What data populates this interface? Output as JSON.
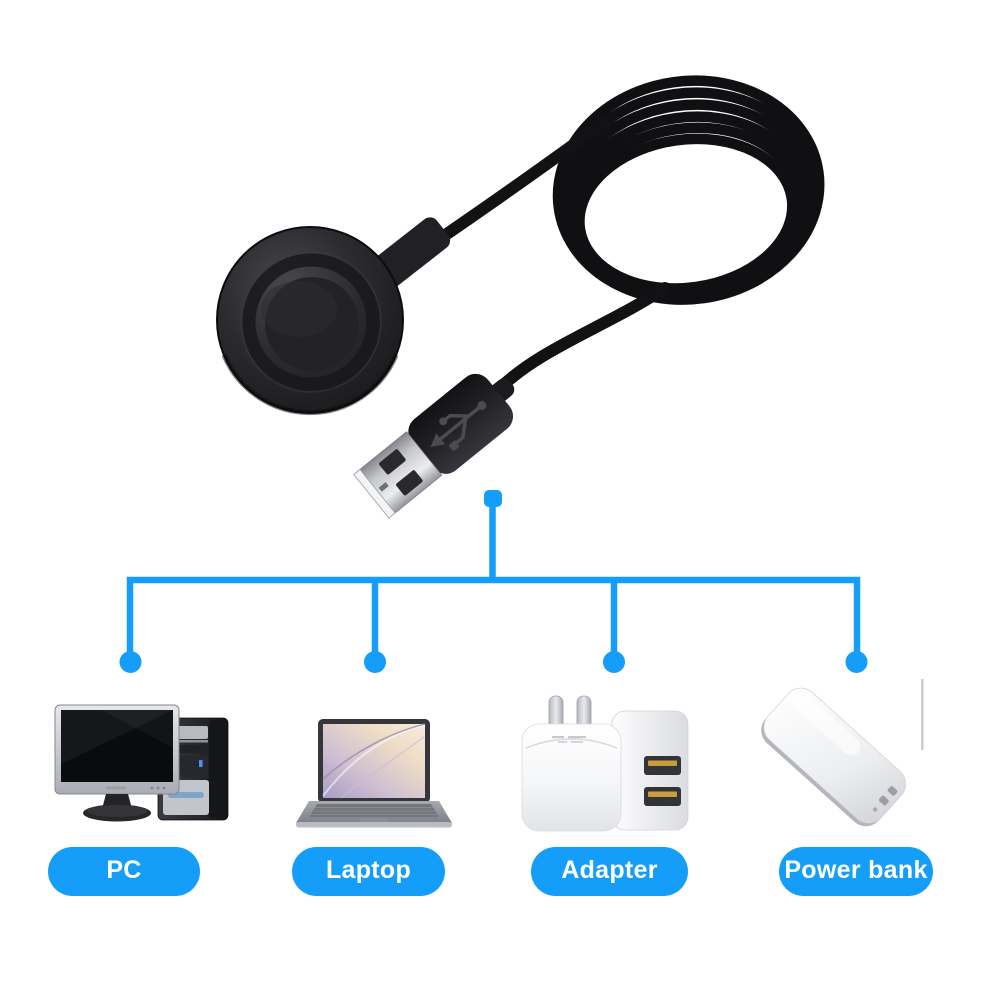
{
  "colors": {
    "background": "#ffffff",
    "accent": "#149ef9",
    "pill_text": "#ffffff",
    "cable_black": "#141416"
  },
  "illustrations": [
    {
      "name": "magnetic-charging-dock"
    },
    {
      "name": "coiled-usb-cable"
    },
    {
      "name": "usb-a-plug"
    },
    {
      "name": "desktop-pc"
    },
    {
      "name": "laptop"
    },
    {
      "name": "wall-adapter"
    },
    {
      "name": "power-bank"
    }
  ],
  "connections": {
    "from": "usb-a-plug",
    "to": [
      "PC",
      "Laptop",
      "Adapter",
      "Power bank"
    ]
  },
  "targets": [
    {
      "id": "pc",
      "label": "PC"
    },
    {
      "id": "laptop",
      "label": "Laptop"
    },
    {
      "id": "adapter",
      "label": "Adapter"
    },
    {
      "id": "power-bank",
      "label": "Power bank"
    }
  ]
}
